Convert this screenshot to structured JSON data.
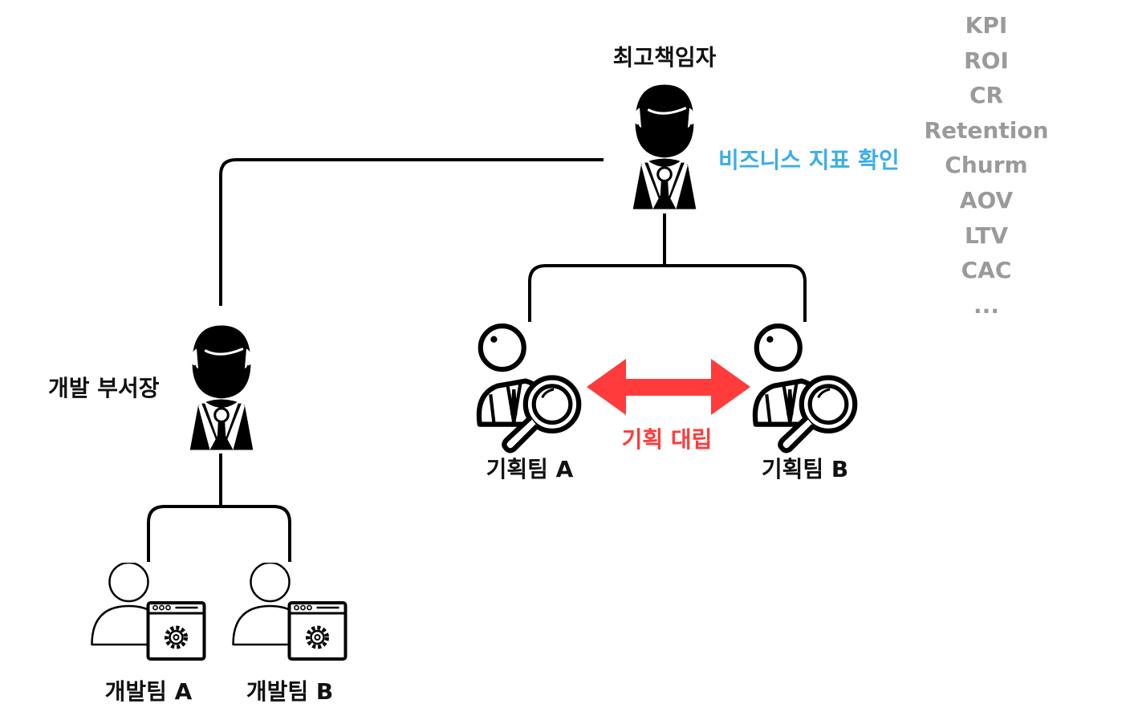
{
  "nodes": {
    "ceo": {
      "label": "최고책임자"
    },
    "dev_vp": {
      "label": "개발 부서장"
    },
    "plan_a": {
      "label": "기획팀 A"
    },
    "plan_b": {
      "label": "기획팀 B"
    },
    "dev_a": {
      "label": "개발팀 A"
    },
    "dev_b": {
      "label": "개발팀 B"
    }
  },
  "annotations": {
    "business_metrics": {
      "text": "비즈니스 지표 확인",
      "color": "#3aaee8"
    },
    "planning_conflict": {
      "text": "기획 대립",
      "color": "#ff3b3b"
    }
  },
  "metrics": [
    "KPI",
    "ROI",
    "CR",
    "Retention",
    "Churm",
    "AOV",
    "LTV",
    "CAC",
    "..."
  ],
  "colors": {
    "metrics_text": "#9a9a9a",
    "conflict_arrow": "#ff3b3b",
    "icon": "#000000"
  },
  "icons": {
    "ceo": "executive-icon",
    "dev_vp": "executive-icon",
    "plan_a": "analyst-magnifier-icon",
    "plan_b": "analyst-magnifier-icon",
    "dev_a": "developer-settings-icon",
    "dev_b": "developer-settings-icon"
  }
}
